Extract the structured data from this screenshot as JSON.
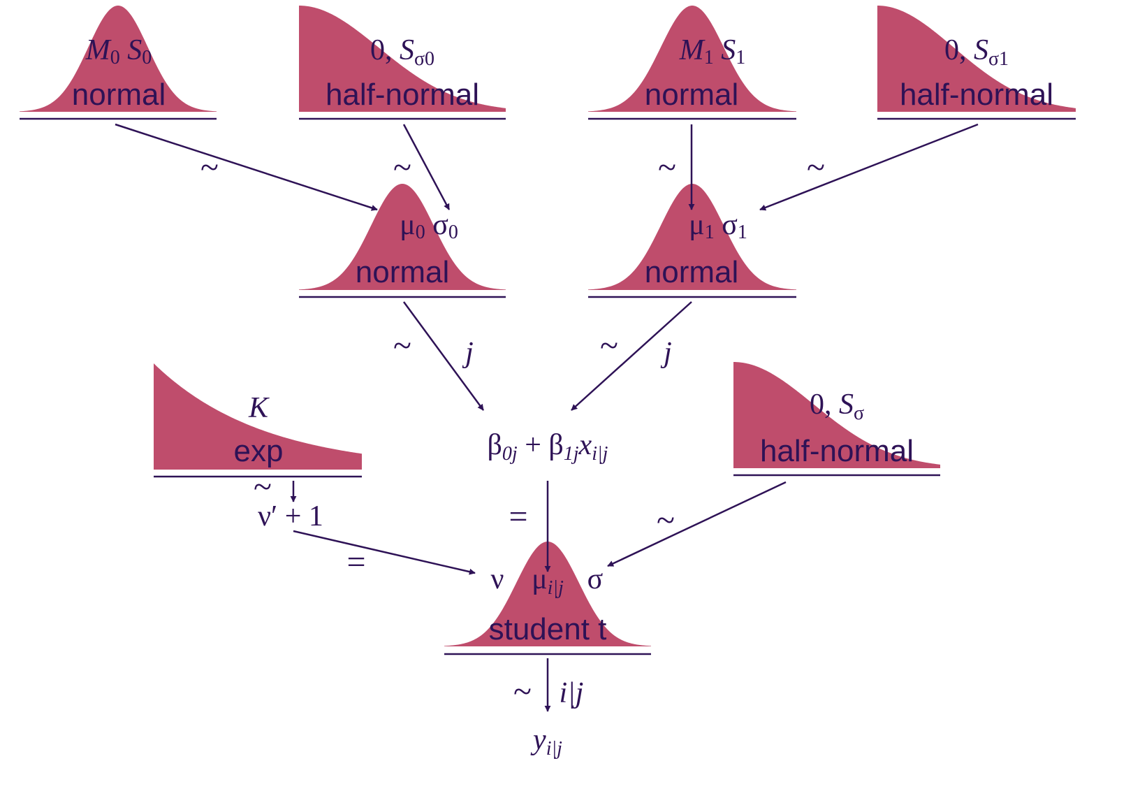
{
  "colors": {
    "fill": "#bf4d6c",
    "ink": "#2e1256"
  },
  "nodes": [
    {
      "id": "prior-mu0",
      "dist": "normal",
      "shape": "normal",
      "params": [
        [
          "M",
          "0"
        ],
        [
          "S",
          "0"
        ]
      ]
    },
    {
      "id": "prior-sigma0",
      "dist": "half-normal",
      "shape": "halfnormal",
      "params_text": "0, ",
      "param": [
        "S",
        "σ0"
      ]
    },
    {
      "id": "prior-mu1",
      "dist": "normal",
      "shape": "normal",
      "params": [
        [
          "M",
          "1"
        ],
        [
          "S",
          "1"
        ]
      ]
    },
    {
      "id": "prior-sigma1",
      "dist": "half-normal",
      "shape": "halfnormal",
      "params_text": "0, ",
      "param": [
        "S",
        "σ1"
      ]
    },
    {
      "id": "beta0",
      "dist": "normal",
      "shape": "normal",
      "params": [
        [
          "μ",
          "0"
        ],
        [
          "σ",
          "0"
        ]
      ]
    },
    {
      "id": "beta1",
      "dist": "normal",
      "shape": "normal",
      "params": [
        [
          "μ",
          "1"
        ],
        [
          "σ",
          "1"
        ]
      ]
    },
    {
      "id": "nu-prior",
      "dist": "exp",
      "shape": "exp",
      "param": "K"
    },
    {
      "id": "sigma-prior",
      "dist": "half-normal",
      "shape": "halfnormal",
      "params_text": "0, ",
      "param": [
        "S",
        "σ"
      ]
    },
    {
      "id": "likelihood",
      "dist": "student t",
      "shape": "normal",
      "params": [
        [
          "ν",
          ""
        ],
        [
          "μ",
          "i|j"
        ],
        [
          "σ",
          ""
        ]
      ]
    }
  ],
  "edge_labels": {
    "tilde": "~",
    "equals": "=",
    "j": "j",
    "ij": "i|j"
  },
  "formulas": {
    "linear": {
      "b0": "β",
      "b0sub": "0j",
      "plus": " + ",
      "b1": "β",
      "b1sub": "1j",
      "x": "x",
      "xsub": "i|j"
    },
    "nu": {
      "nu": "ν′",
      "plus1": " + 1"
    },
    "y": {
      "y": "y",
      "ysub": "i|j"
    }
  }
}
